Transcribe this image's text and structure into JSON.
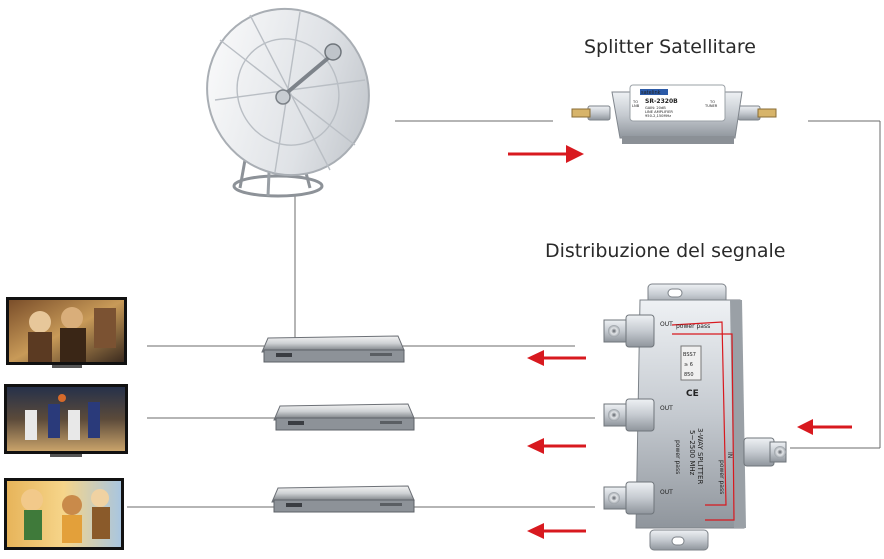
{
  "labels": {
    "splitter_title": "Splitter Satellitare",
    "distribution_title": "Distribuzione del segnale"
  },
  "splitter_device": {
    "brand": "satelink",
    "model": "SR-2320B",
    "spec_lines": [
      "GAIN: 20dB",
      "LINE AMPLIFIER",
      "950-2,150MHz"
    ],
    "left_port": [
      "TO",
      "LNB"
    ],
    "right_port": [
      "TO",
      "TUNER"
    ]
  },
  "three_way_splitter": {
    "name": "3-WAY SPLITTER",
    "freq": "5~2500 MHz",
    "power_pass": "power pass",
    "out_label": "OUT",
    "in_label": "IN",
    "ce": "CE",
    "code_lines": [
      "BSS7",
      "≥ 6",
      "850"
    ]
  },
  "colors": {
    "arrow": "#d8191f",
    "cable": "#6b6b6b",
    "metal": "#c7ccd1"
  }
}
